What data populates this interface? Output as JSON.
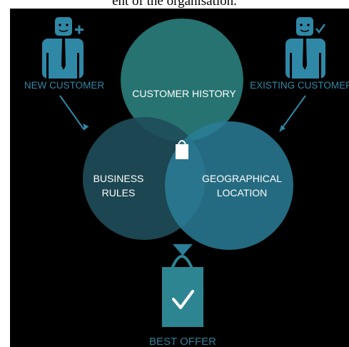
{
  "caption": "ent of the organisation.",
  "diagram": {
    "left_figure_label": "NEW CUSTOMER",
    "right_figure_label": "EXISTING CUSTOMER",
    "circle_top_label": "CUSTOMER HISTORY",
    "circle_left_label_line1": "BUSINESS",
    "circle_left_label_line2": "RULES",
    "circle_right_label_line1": "GEOGRAPHICAL",
    "circle_right_label_line2": "LOCATION",
    "bottom_label": "BEST OFFER"
  },
  "colors": {
    "background": "#000000",
    "circle_top": "#2a7f7d",
    "circle_left": "#1f4e5a",
    "circle_right": "#2a7e98",
    "accent_blue": "#2f88a6",
    "bag": "#2d8592"
  },
  "icons": {
    "new_customer": "person-plus-icon",
    "existing_customer": "person-check-icon",
    "center": "shopping-bag-icon",
    "offer": "shopping-bag-check-icon"
  }
}
